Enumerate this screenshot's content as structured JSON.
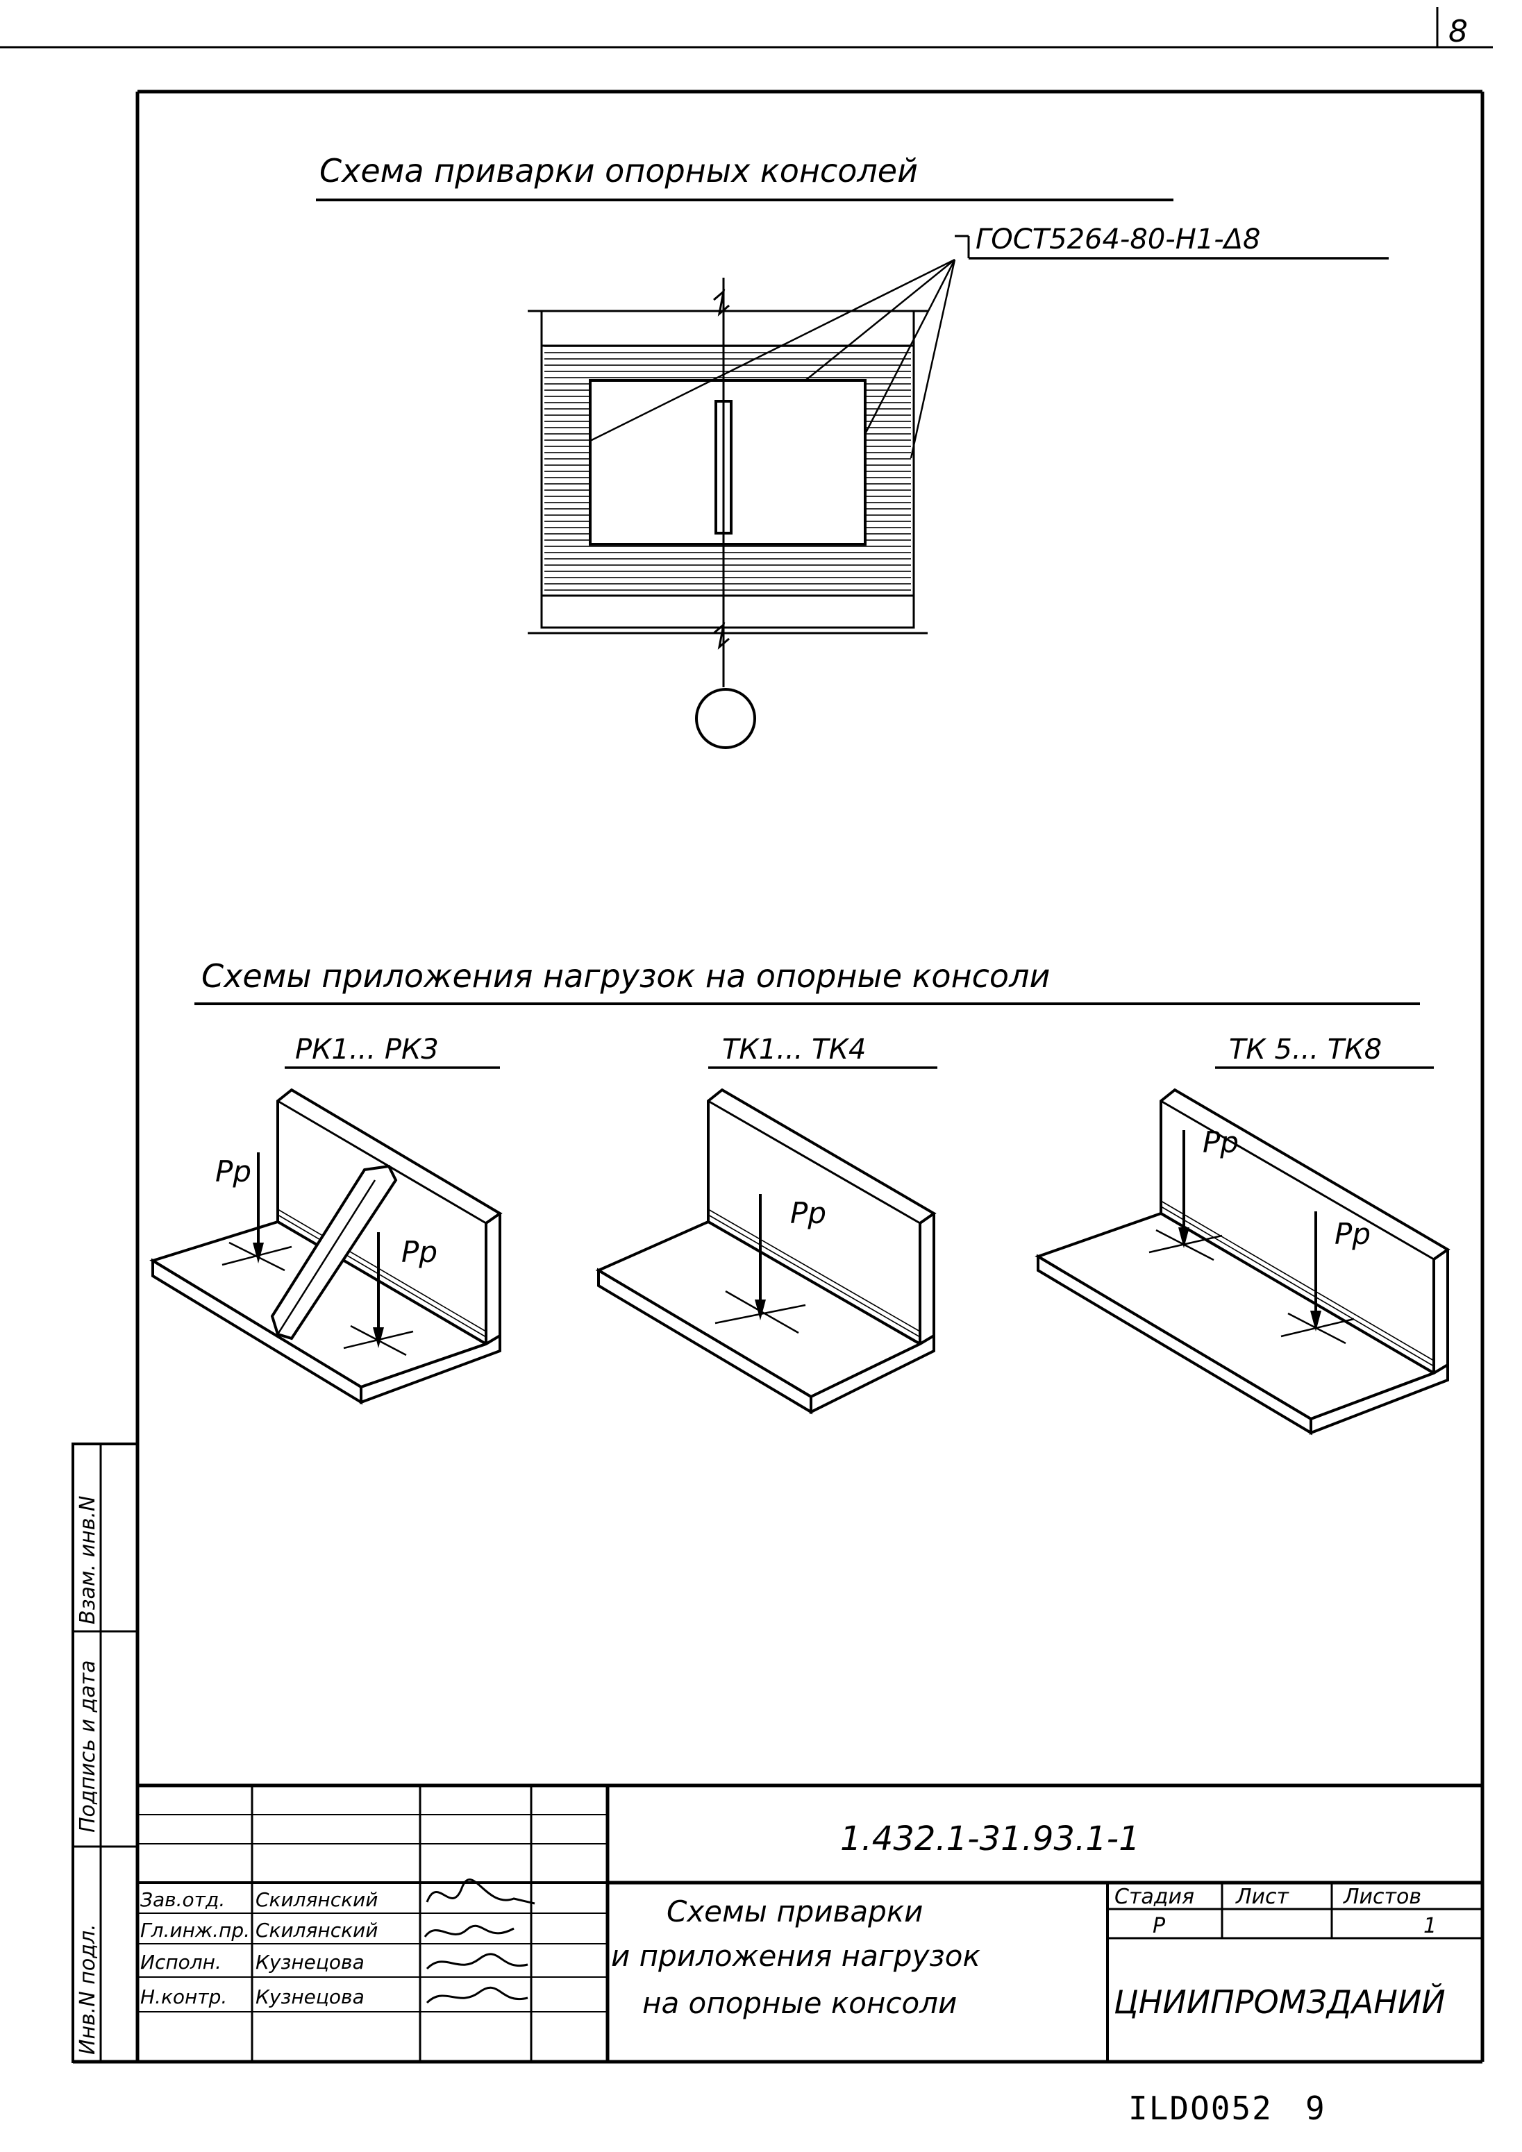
{
  "sheet": {
    "corner_number": "8",
    "page_footer_code": "ILDO052",
    "page_footer_number": "9"
  },
  "weld_scheme": {
    "title": "Схема приварки опорных консолей",
    "weld_callout": "ГОСТ5264-80-Н1-Δ8"
  },
  "load_schemes": {
    "title": "Схемы приложения нагрузок на опорные консоли",
    "variants": [
      {
        "label": "РК1... РК3",
        "loads": [
          "Pр",
          "Pр"
        ]
      },
      {
        "label": "ТК1... ТК4",
        "loads": [
          "Pр"
        ]
      },
      {
        "label": "ТК 5... ТК8",
        "loads": [
          "Pр",
          "Pр"
        ]
      }
    ]
  },
  "side_strip": {
    "cells": [
      "Инв.N подл.",
      "Подпись и дата",
      "Взам. инв.N"
    ]
  },
  "title_block": {
    "document_code": "1.432.1-31.93.1-1",
    "drawing_title": [
      "Схемы приварки",
      "и приложения нагрузок",
      "на опорные консоли"
    ],
    "staff": [
      {
        "role": "Зав.отд.",
        "name": "Скилянский"
      },
      {
        "role": "Гл.инж.пр.",
        "name": "Скилянский"
      },
      {
        "role": "Исполн.",
        "name": "Кузнецова"
      },
      {
        "role": "Н.контр.",
        "name": "Кузнецова"
      }
    ],
    "stage_header": "Стадия",
    "sheet_header": "Лист",
    "sheets_header": "Листов",
    "stage_value": "Р",
    "sheets_value": "1",
    "organization": "ЦНИИПРОМЗДАНИЙ"
  }
}
